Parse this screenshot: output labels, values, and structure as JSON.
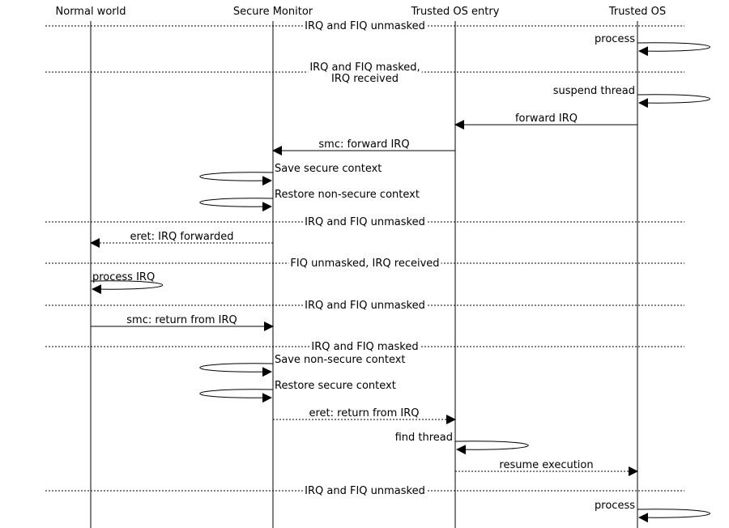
{
  "participants": [
    {
      "id": "nw",
      "label": "Normal world"
    },
    {
      "id": "sm",
      "label": "Secure Monitor"
    },
    {
      "id": "te",
      "label": "Trusted OS entry"
    },
    {
      "id": "tos",
      "label": "Trusted OS"
    }
  ],
  "events": [
    {
      "kind": "divider",
      "label": "IRQ and FIQ unmasked"
    },
    {
      "kind": "self",
      "at": "tos",
      "label": "process"
    },
    {
      "kind": "divider",
      "label": "IRQ and FIQ masked,\nIRQ received"
    },
    {
      "kind": "self",
      "at": "tos",
      "label": "suspend thread"
    },
    {
      "kind": "message",
      "from": "tos",
      "to": "te",
      "style": "solid",
      "label": "forward IRQ"
    },
    {
      "kind": "message",
      "from": "te",
      "to": "sm",
      "style": "solid",
      "label": "smc: forward IRQ"
    },
    {
      "kind": "self",
      "at": "sm",
      "label": "Save secure context"
    },
    {
      "kind": "self",
      "at": "sm",
      "label": "Restore non-secure context"
    },
    {
      "kind": "divider",
      "label": "IRQ and FIQ unmasked"
    },
    {
      "kind": "message",
      "from": "sm",
      "to": "nw",
      "style": "dotted",
      "label": "eret: IRQ forwarded"
    },
    {
      "kind": "divider",
      "label": "FIQ unmasked, IRQ received"
    },
    {
      "kind": "self",
      "at": "nw",
      "label": "process IRQ"
    },
    {
      "kind": "divider",
      "label": "IRQ and FIQ unmasked"
    },
    {
      "kind": "message",
      "from": "nw",
      "to": "sm",
      "style": "solid",
      "label": "smc: return from IRQ"
    },
    {
      "kind": "divider",
      "label": "IRQ and FIQ masked"
    },
    {
      "kind": "self",
      "at": "sm",
      "label": "Save non-secure context"
    },
    {
      "kind": "self",
      "at": "sm",
      "label": "Restore secure context"
    },
    {
      "kind": "message",
      "from": "sm",
      "to": "te",
      "style": "dotted",
      "label": "eret: return from IRQ"
    },
    {
      "kind": "self",
      "at": "te",
      "label": "find thread"
    },
    {
      "kind": "message",
      "from": "te",
      "to": "tos",
      "style": "dotted",
      "label": "resume execution"
    },
    {
      "kind": "divider",
      "label": "IRQ and FIQ unmasked"
    },
    {
      "kind": "self",
      "at": "tos",
      "label": "process"
    }
  ]
}
